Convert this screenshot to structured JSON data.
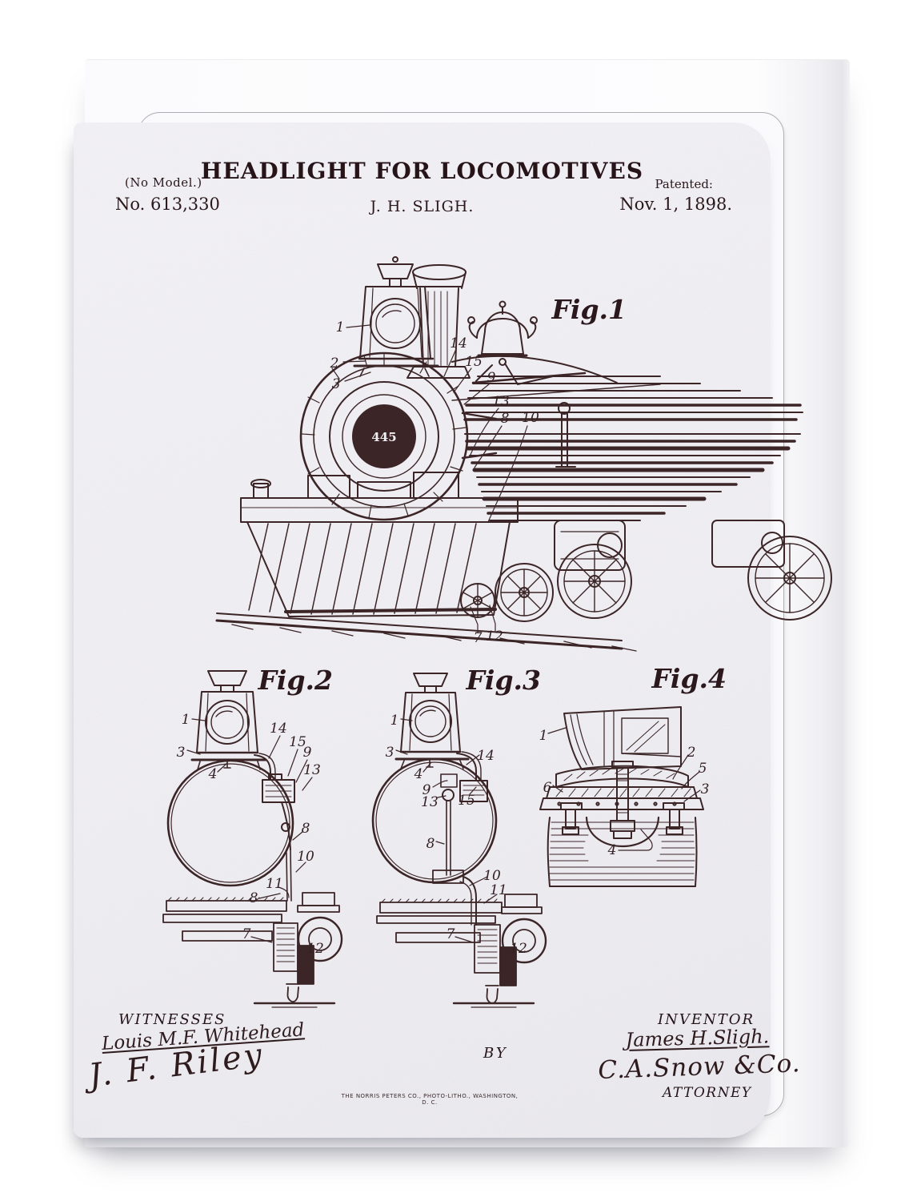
{
  "colors": {
    "paper": "#f1f0f4",
    "ink": "#3b2527",
    "title_ink": "#261419",
    "envelope": "#fdfdfe"
  },
  "header": {
    "no_model": "(No Model.)",
    "patent_number": "No. 613,330",
    "title": "HEADLIGHT FOR LOCOMOTIVES",
    "author": "J. H. SLIGH.",
    "patented_label": "Patented:",
    "patented_date": "Nov. 1, 1898."
  },
  "figures": {
    "fig1": {
      "label": "Fig.1",
      "plate_number": "445",
      "refs": [
        "1",
        "2",
        "3",
        "14",
        "15",
        "9",
        "13",
        "8",
        "10",
        "7",
        "12"
      ]
    },
    "fig2": {
      "label": "Fig.2",
      "refs": [
        "1",
        "3",
        "4",
        "14",
        "15",
        "9",
        "13",
        "8",
        "10",
        "11",
        "8",
        "7",
        "12"
      ]
    },
    "fig3": {
      "label": "Fig.3",
      "refs": [
        "1",
        "3",
        "4",
        "14",
        "9",
        "13",
        "15",
        "8",
        "10",
        "11",
        "7",
        "12"
      ]
    },
    "fig4": {
      "label": "Fig.4",
      "refs": [
        "1",
        "2",
        "5",
        "6",
        "3",
        "4"
      ]
    }
  },
  "footer": {
    "witnesses_label": "WITNESSES",
    "witness_signature_1": "Louis M.F. Whitehead",
    "witness_signature_2": "J. F. Riley",
    "by_label": "BY",
    "printer_line": "THE NORRIS PETERS CO., PHOTO-LITHO., WASHINGTON, D. C.",
    "inventor_label": "INVENTOR",
    "inventor_signature": "James H.Sligh.",
    "attorney_signature": "C.A.Snow &Co.",
    "attorney_label": "ATTORNEY"
  }
}
